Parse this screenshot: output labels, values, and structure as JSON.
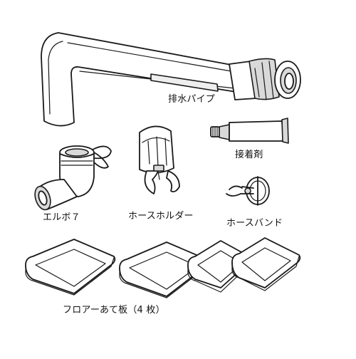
{
  "parts": {
    "drain_pipe": {
      "label": "排水パイプ"
    },
    "adhesive": {
      "label": "接着剤"
    },
    "elbow": {
      "label": "エルボ７"
    },
    "hose_holder": {
      "label": "ホースホルダー"
    },
    "hose_band": {
      "label": "ホースバンド"
    },
    "floor_pads": {
      "label": "フロアーあて板（4 枚）"
    }
  }
}
